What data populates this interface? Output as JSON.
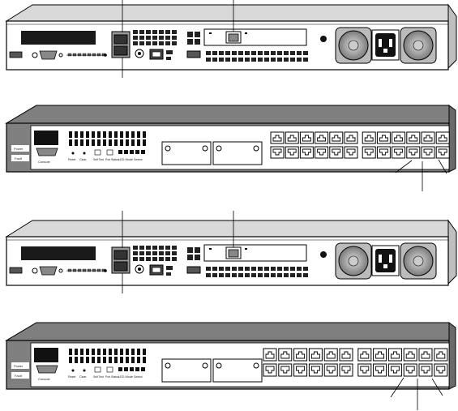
{
  "panels": [
    {
      "id": "rear-1",
      "kind": "rear"
    },
    {
      "id": "front-1",
      "kind": "front",
      "labels": {
        "power": "Power",
        "fault": "Fault",
        "console": "Console",
        "reset": "Reset",
        "clear": "Clear",
        "self_test": "Self Test",
        "port_status": "Port Status",
        "led_mode_select": "LED Mode Select"
      }
    },
    {
      "id": "rear-2",
      "kind": "rear"
    },
    {
      "id": "front-2",
      "kind": "front",
      "labels": {
        "power": "Power",
        "fault": "Fault",
        "console": "Console",
        "reset": "Reset",
        "clear": "Clear",
        "self_test": "Self Test",
        "port_status": "Port Status",
        "led_mode_select": "LED Mode Select"
      }
    }
  ],
  "colors": {
    "chassis": "#ffffff",
    "top": "#d9d9d9",
    "dark": "#1a1a1a",
    "grey": "#8c8c8c",
    "line": "#000000"
  }
}
